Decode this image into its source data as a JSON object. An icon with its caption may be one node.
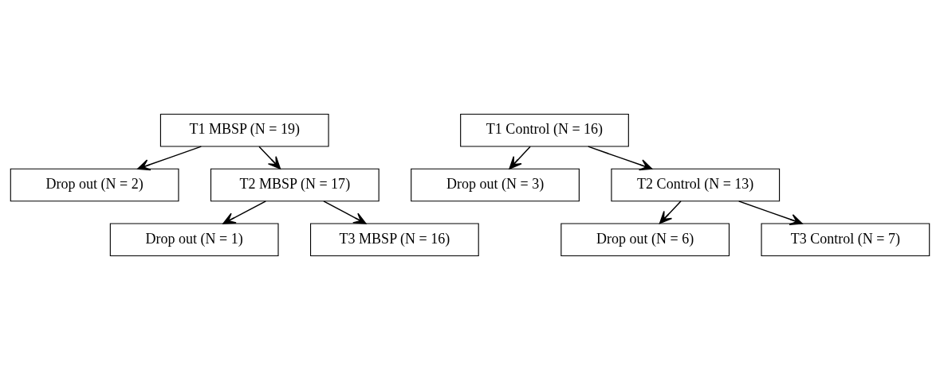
{
  "diagram": {
    "nodes": [
      {
        "text": [
          "T1 MBSP (N = 19)"
        ]
      },
      {
        "text": [
          "Drop out (N = 2)"
        ]
      },
      {
        "text": [
          "T2 MBSP (N = 17)"
        ]
      },
      {
        "text": [
          "Drop out (N = 1)"
        ]
      },
      {
        "text": [
          "T3 MBSP (N = 16)"
        ]
      },
      {
        "text": [
          "T1 Control (N = 16)"
        ]
      },
      {
        "text": [
          "Drop out (N = 3)"
        ]
      },
      {
        "text": [
          "T2 Control (N = 13)"
        ]
      },
      {
        "text": [
          "Drop out (N = 6)"
        ]
      },
      {
        "text": [
          "T3 Control (N = 7)"
        ]
      }
    ],
    "edges": [
      {
        "from": 0,
        "to": 1,
        "arrow": "to"
      },
      {
        "from": 0,
        "to": 2,
        "arrow": "to"
      },
      {
        "from": 2,
        "to": 3,
        "arrow": "to"
      },
      {
        "from": 2,
        "to": 4,
        "arrow": "to"
      },
      {
        "from": 5,
        "to": 6,
        "arrow": "to"
      },
      {
        "from": 5,
        "to": 7,
        "arrow": "to"
      },
      {
        "from": 7,
        "to": 8,
        "arrow": "to"
      },
      {
        "from": 7,
        "to": 9,
        "arrow": "to"
      }
    ]
  }
}
